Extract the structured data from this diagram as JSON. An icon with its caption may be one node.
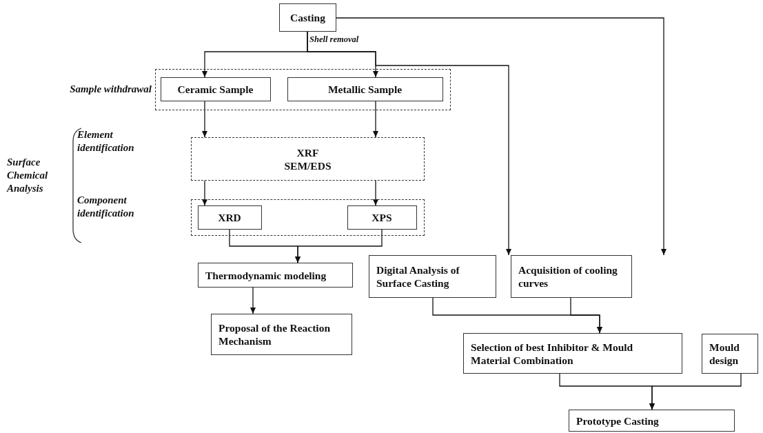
{
  "diagram": {
    "nodes": [
      {
        "text": [
          "Casting"
        ]
      },
      {
        "text": [],
        "shape": "box"
      },
      {
        "text": [
          "Ceramic Sample"
        ],
        "in": 1
      },
      {
        "text": [
          "Metallic Sample"
        ],
        "in": 1
      },
      {
        "text": [
          "XRF",
          "SEM/EDS"
        ]
      },
      {
        "text": [],
        "shape": "box"
      },
      {
        "text": [
          "XRD"
        ],
        "in": 5
      },
      {
        "text": [
          "XPS"
        ],
        "in": 5
      },
      {
        "text": [
          "Thermodynamic modeling"
        ]
      },
      {
        "text": [
          "Proposal of the Reaction Mechanism"
        ]
      },
      {
        "text": [
          "Digital Analysis of Surface Casting"
        ]
      },
      {
        "text": [
          "Acquisition of cooling curves"
        ]
      },
      {
        "text": [
          "Selection of best Inhibitor & Mould Material Combination"
        ]
      },
      {
        "text": [
          "Mould design"
        ]
      },
      {
        "text": [
          "Prototype Casting"
        ]
      }
    ],
    "edges": [
      {
        "from": 0,
        "to": 2,
        "arrow": "to",
        "label": "Shell removal"
      },
      {
        "from": 0,
        "to": 3,
        "arrow": "to"
      },
      {
        "from": 0,
        "to": 11,
        "arrow": "to"
      },
      {
        "from": 0,
        "to": 10,
        "arrow": "to"
      },
      {
        "from": 2,
        "to": 4,
        "arrow": "to"
      },
      {
        "from": 3,
        "to": 4,
        "arrow": "to"
      },
      {
        "from": 4,
        "to": 6,
        "arrow": "to"
      },
      {
        "from": 4,
        "to": 7,
        "arrow": "to"
      },
      {
        "from": 6,
        "to": 8,
        "arrow": "to"
      },
      {
        "from": 7,
        "to": 8,
        "arrow": "to"
      },
      {
        "from": 8,
        "to": 9,
        "arrow": "to"
      },
      {
        "from": 10,
        "to": 12,
        "arrow": "to"
      },
      {
        "from": 11,
        "to": 12,
        "arrow": "to"
      },
      {
        "from": 12,
        "to": 14,
        "arrow": "to"
      },
      {
        "from": 13,
        "to": 14,
        "arrow": "to"
      }
    ],
    "labels": [
      "Sample withdrawal",
      "Element identification",
      "Surface Chemical Analysis",
      "Component identification"
    ]
  }
}
